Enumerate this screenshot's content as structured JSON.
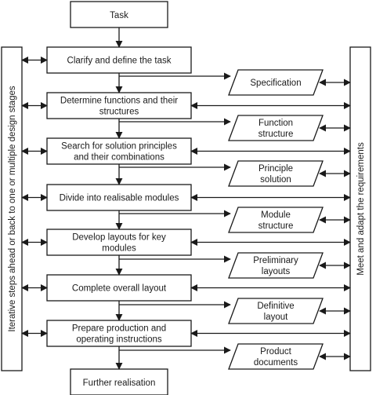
{
  "diagram": {
    "start": "Task",
    "end": "Further realisation",
    "left_bar": "Iterative steps ahead or back to one or multiple design stages",
    "right_bar": "Meet and adapt the requirements",
    "steps": [
      {
        "lines": [
          "Clarify and define the task"
        ]
      },
      {
        "lines": [
          "Determine functions and their",
          "structures"
        ]
      },
      {
        "lines": [
          "Search for solution principles",
          "and their combinations"
        ]
      },
      {
        "lines": [
          "Divide into realisable modules"
        ]
      },
      {
        "lines": [
          "Develop layouts for key",
          "modules"
        ]
      },
      {
        "lines": [
          "Complete overall layout"
        ]
      },
      {
        "lines": [
          "Prepare production and",
          "operating instructions"
        ]
      }
    ],
    "outputs": [
      {
        "lines": [
          "Specification"
        ]
      },
      {
        "lines": [
          "Function",
          "structure"
        ]
      },
      {
        "lines": [
          "Principle",
          "solution"
        ]
      },
      {
        "lines": [
          "Module",
          "structure"
        ]
      },
      {
        "lines": [
          "Preliminary",
          "layouts"
        ]
      },
      {
        "lines": [
          "Definitive",
          "layout"
        ]
      },
      {
        "lines": [
          "Product",
          "documents"
        ]
      }
    ]
  }
}
